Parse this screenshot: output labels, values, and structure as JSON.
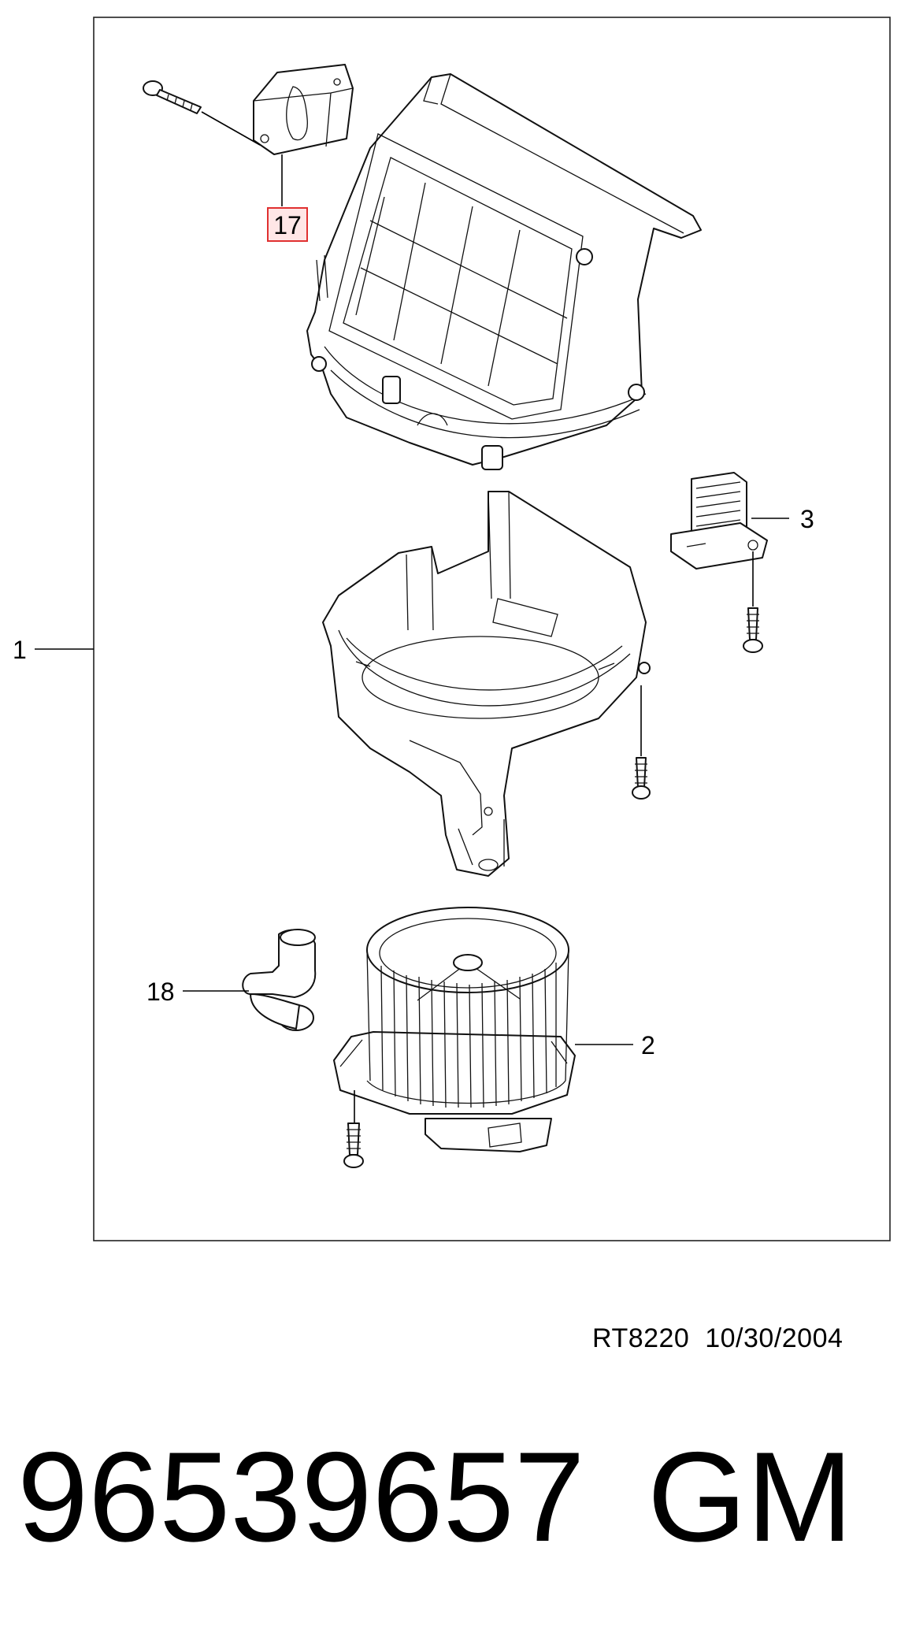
{
  "callouts": {
    "c1": "1",
    "c2": "2",
    "c3": "3",
    "c17": "17",
    "c18": "18"
  },
  "highlight_color": "#e03030",
  "footer": {
    "ref": "RT8220  10/30/2004",
    "part_number": "96539657",
    "brand": "GM"
  }
}
